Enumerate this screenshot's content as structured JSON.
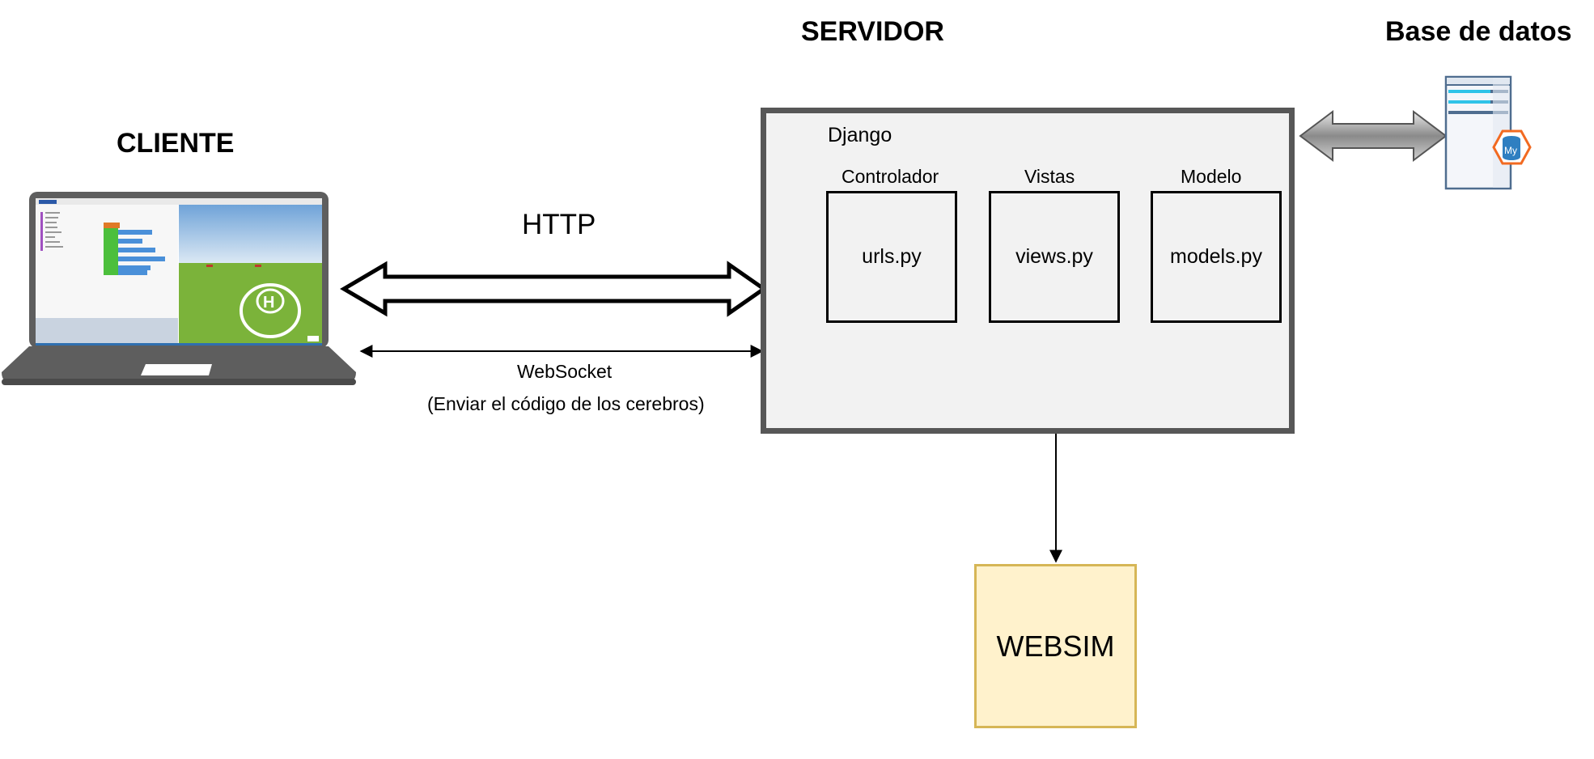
{
  "headings": {
    "client": "CLIENTE",
    "server": "SERVIDOR",
    "database": "Base de datos"
  },
  "connections": {
    "http": "HTTP",
    "websocket": "WebSocket",
    "websocket_note": "(Enviar el código de los cerebros)"
  },
  "server": {
    "framework": "Django",
    "modules": [
      {
        "title": "Controlador",
        "file": "urls.py"
      },
      {
        "title": "Vistas",
        "file": "views.py"
      },
      {
        "title": "Modelo",
        "file": "models.py"
      }
    ]
  },
  "websim": "WEBSIM",
  "database_badge": "My",
  "colors": {
    "server_border": "#575757",
    "server_fill": "#f2f2f2",
    "websim_border": "#d6b656",
    "websim_fill": "#fff2cc",
    "mysql_orange": "#f26a21",
    "mysql_blue": "#2f7fc1"
  },
  "icons": [
    "laptop-icon",
    "database-server-icon",
    "mysql-icon"
  ]
}
